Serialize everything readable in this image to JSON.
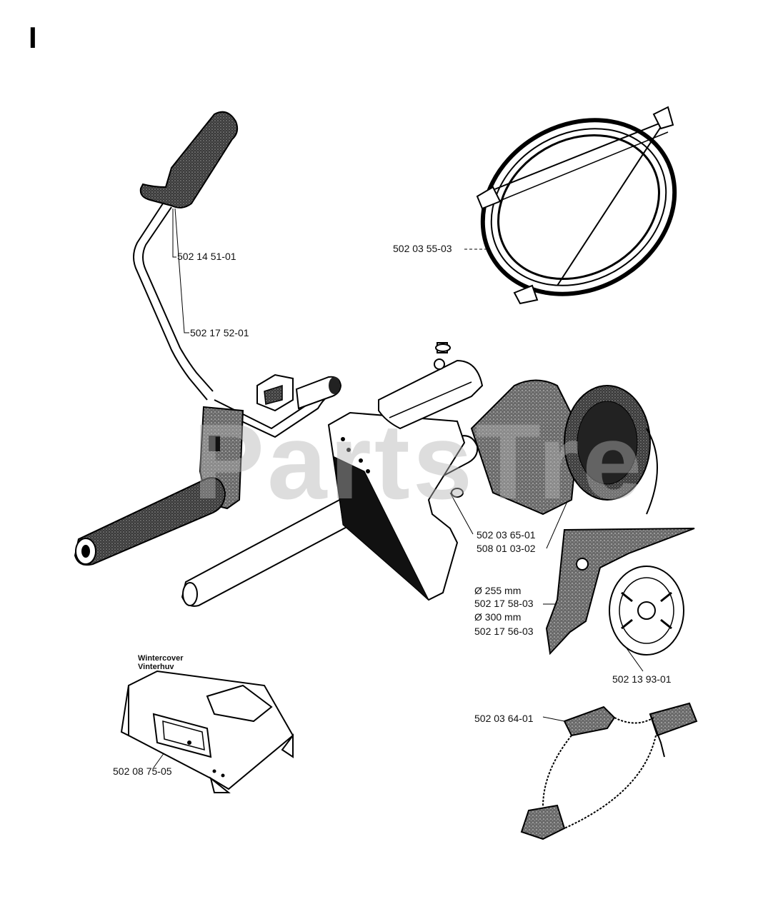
{
  "section_letter": "I",
  "watermark": "PartsTre",
  "parts": {
    "handle_grip": "502 14 51-01",
    "handle_bar": "502 17 52-01",
    "harness": "502 03 55-03",
    "guard_bolt": "502 03 65-01",
    "trimmer_head": "508 01 03-02",
    "blade_255_size": "Ø 255 mm",
    "blade_255": "502 17 58-03",
    "blade_300_size": "Ø 300 mm",
    "blade_300": "502 17 56-03",
    "support_cup": "502 13 93-01",
    "blade_guard": "502 03 64-01",
    "wintercover": "502 08 75-05"
  },
  "wintercover_labels": {
    "line1": "Wintercover",
    "line2": "Vinterhuv"
  }
}
